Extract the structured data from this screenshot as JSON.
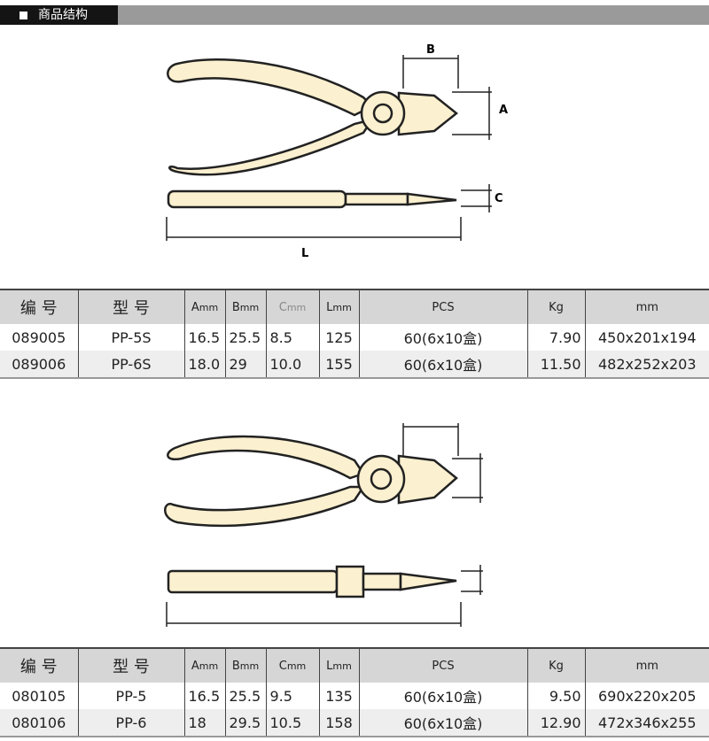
{
  "section_title": "商品结构",
  "headers": [
    "编 号",
    "型 号",
    "A",
    "B",
    "C",
    "L",
    "PCS",
    "Kg",
    "mm"
  ],
  "unit": "mm",
  "dim_labels": [
    "A",
    "B",
    "C",
    "L"
  ],
  "table1": [
    [
      "089005",
      "PP-5S",
      "16.5",
      "25.5",
      "8.5",
      "125",
      "60(6x10盒)",
      "7.90",
      "450x201x194"
    ],
    [
      "089006",
      "PP-6S",
      "18.0",
      "29",
      "10.0",
      "155",
      "60(6x10盒)",
      "11.50",
      "482x252x203"
    ]
  ],
  "table2": [
    [
      "080105",
      "PP-5",
      "16.5",
      "25.5",
      "9.5",
      "135",
      "60(6x10盒)",
      "9.50",
      "690x220x205"
    ],
    [
      "080106",
      "PP-6",
      "18",
      "29.5",
      "10.5",
      "158",
      "60(6x10盒)",
      "12.90",
      "472x346x255"
    ]
  ],
  "colors": {
    "handle": "#fbf0cf",
    "outline": "#222"
  }
}
